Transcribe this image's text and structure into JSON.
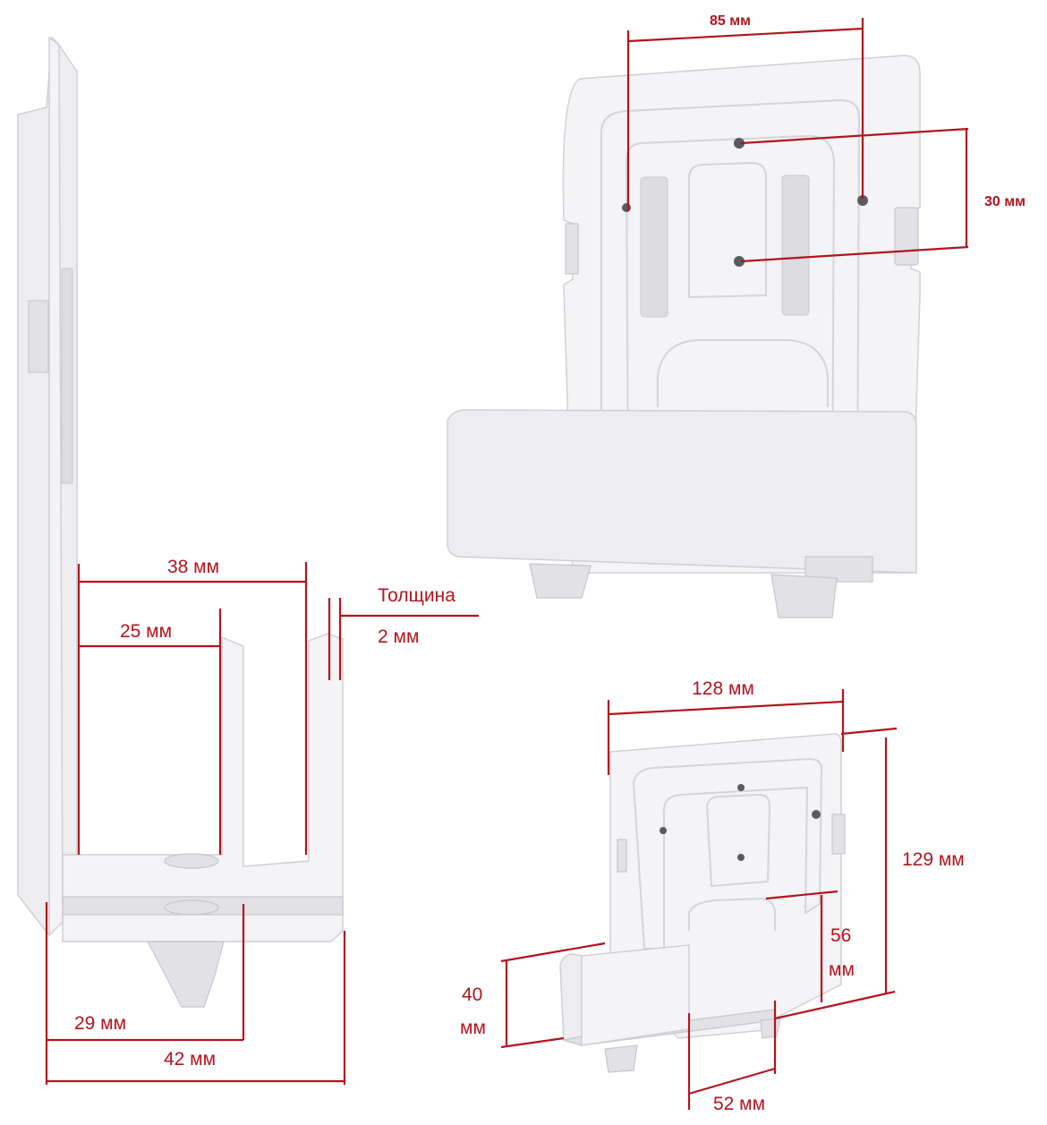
{
  "views": {
    "side": {
      "dims": {
        "inner_width": "38 мм",
        "inner_depth": "25 мм",
        "thickness_label": "Толщина",
        "thickness_value": "2 мм",
        "base_offset": "29 мм",
        "outer_width": "42 мм"
      }
    },
    "front": {
      "dims": {
        "hole_spacing_h": "85 мм",
        "hole_spacing_v": "30 мм"
      }
    },
    "iso": {
      "dims": {
        "width": "128 мм",
        "height": "129 мм",
        "opening_line1": "56",
        "opening_line2": "мм",
        "lip_line1": "40",
        "lip_line2": "мм",
        "cradle_width": "52 мм"
      }
    }
  },
  "colors": {
    "dimension": "#b3141e",
    "bracket": "#f4f4f6"
  }
}
